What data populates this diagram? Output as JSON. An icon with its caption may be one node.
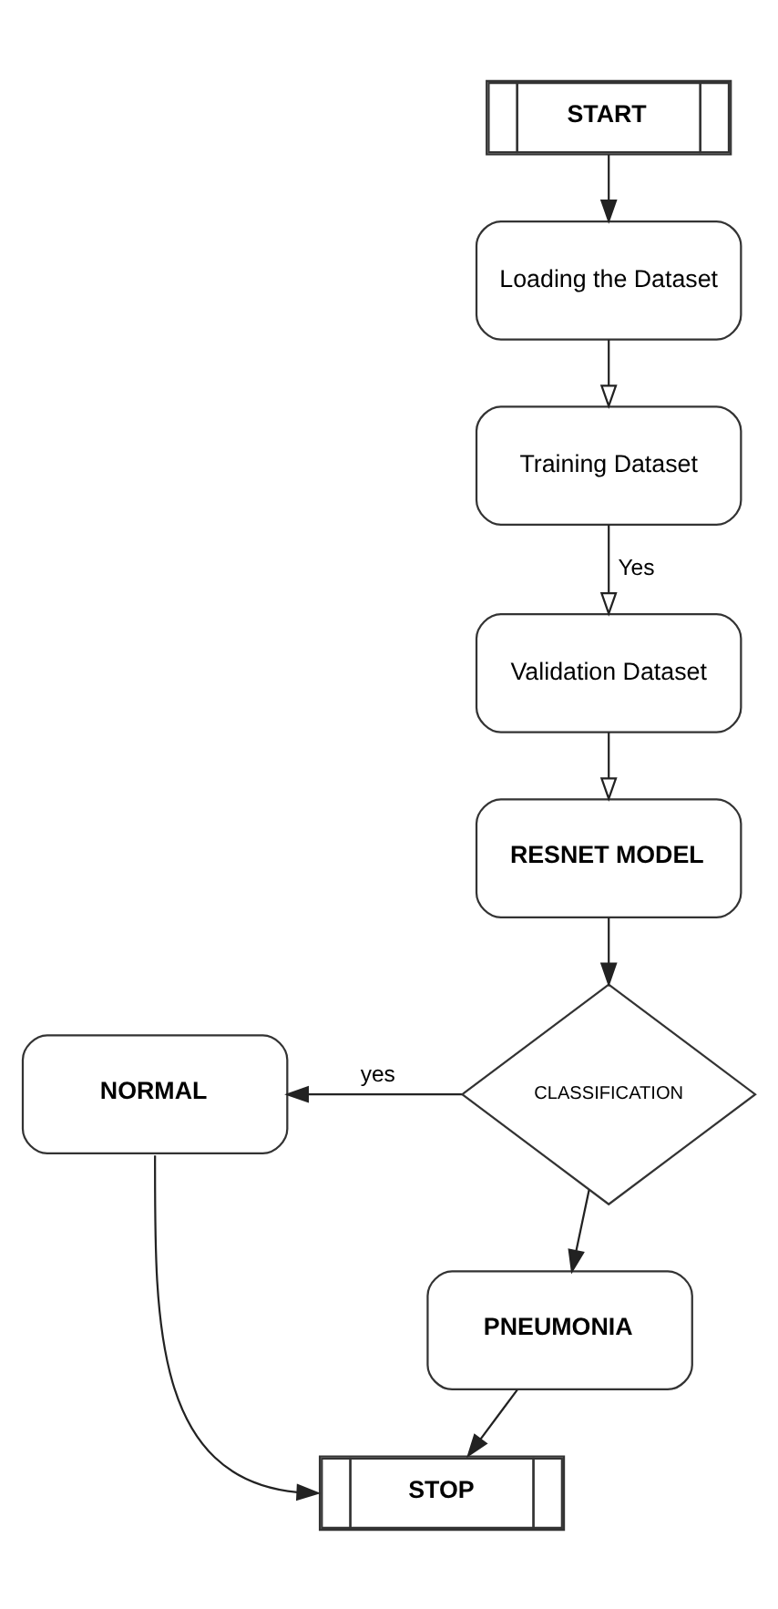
{
  "diagram": {
    "nodes": [
      {
        "text": [
          "START"
        ]
      },
      {
        "text": [
          "Loading the Dataset"
        ]
      },
      {
        "text": [
          "Training Dataset"
        ]
      },
      {
        "text": [
          "Validation Dataset"
        ]
      },
      {
        "text": [
          "RESNET MODEL"
        ]
      },
      {
        "text": [
          "CLASSIFICATION"
        ]
      },
      {
        "text": [
          "NORMAL"
        ]
      },
      {
        "text": [
          "PNEUMONIA"
        ]
      },
      {
        "text": [
          "STOP"
        ]
      }
    ],
    "edges": [
      {
        "from": 0,
        "to": 1,
        "arrow": "to"
      },
      {
        "from": 1,
        "to": 2,
        "arrow": "to"
      },
      {
        "from": 2,
        "to": 3,
        "arrow": "to",
        "label": "Yes"
      },
      {
        "from": 3,
        "to": 4,
        "arrow": "to"
      },
      {
        "from": 4,
        "to": 5,
        "arrow": "to"
      },
      {
        "from": 5,
        "to": 6,
        "arrow": "to",
        "label": "yes"
      },
      {
        "from": 5,
        "to": 7,
        "arrow": "to"
      },
      {
        "from": 7,
        "to": 8,
        "arrow": "to"
      },
      {
        "from": 6,
        "to": 8,
        "arrow": "to"
      }
    ]
  }
}
